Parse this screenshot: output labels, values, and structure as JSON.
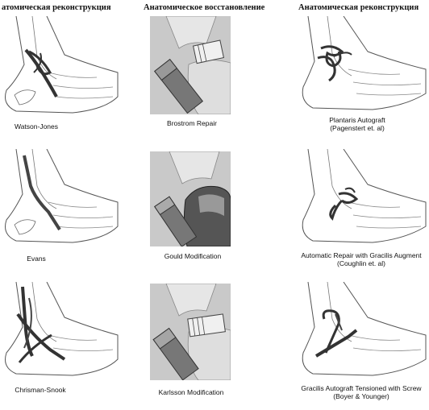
{
  "headers": {
    "col1": "атомическая реконструкция",
    "col2": "Анатомическое восстановление",
    "col3": "Анатомическая реконструкция"
  },
  "col1": {
    "captions": [
      "Watson-Jones",
      "Evans",
      "Chrisman-Snook"
    ]
  },
  "col2": {
    "captions": [
      "Brostrom Repair",
      "Gould Modification",
      "Karlsson Modification"
    ]
  },
  "col3": {
    "captions": [
      {
        "line1": "Plantaris Autograft",
        "line2": "(Pagenstert et. al)"
      },
      {
        "line1": "Automatic Repair with Gracilis Augment",
        "line2": "(Coughlin et. al)"
      },
      {
        "line1": "Gracilis Autograft Tensioned with Screw",
        "line2": "(Boyer & Younger)"
      }
    ]
  }
}
